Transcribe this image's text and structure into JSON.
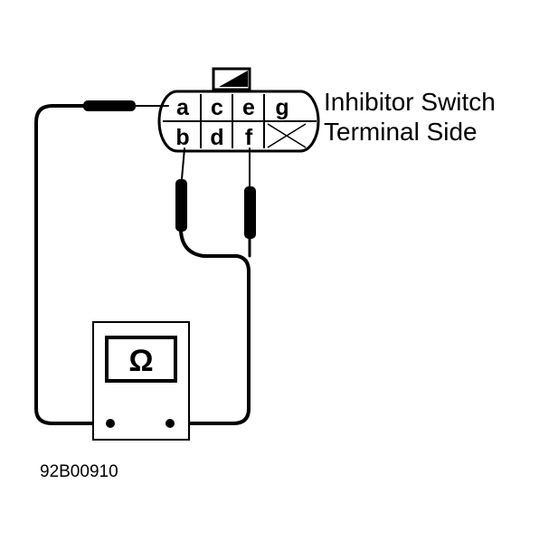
{
  "title_line1": "Inhibitor Switch",
  "title_line2": "Terminal Side",
  "figure_id": "92B00910",
  "meter_symbol": "Ω",
  "connector": {
    "top_row": [
      "a",
      "c",
      "e",
      "g"
    ],
    "bottom_row": [
      "b",
      "d",
      "f"
    ]
  }
}
